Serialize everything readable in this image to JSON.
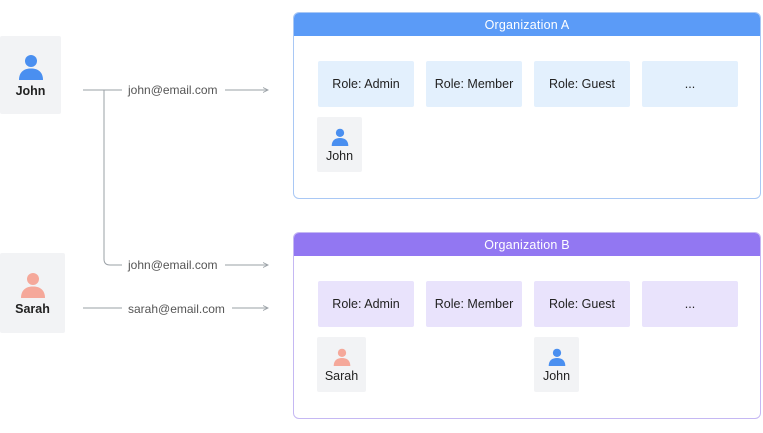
{
  "colors": {
    "john_icon": "#4a8ff0",
    "sarah_icon": "#f5a89a",
    "org_a_header": "#5b9bf7",
    "org_a_border": "#a9c8f5",
    "org_a_role_bg": "#e3f0fd",
    "org_b_header": "#9277f2",
    "org_b_border": "#c5b8f3",
    "org_b_role_bg": "#e9e3fc",
    "card_bg": "#f2f3f5",
    "line": "#9aa0a6"
  },
  "users": {
    "john": {
      "name": "John",
      "icon": "user-icon"
    },
    "sarah": {
      "name": "Sarah",
      "icon": "user-icon"
    }
  },
  "links": {
    "john_to_a": "john@email.com",
    "john_to_b": "john@email.com",
    "sarah_to_b": "sarah@email.com"
  },
  "org_a": {
    "title": "Organization A",
    "roles": [
      "Role: Admin",
      "Role: Member",
      "Role: Guest",
      "..."
    ],
    "members": [
      "John"
    ]
  },
  "org_b": {
    "title": "Organization B",
    "roles": [
      "Role: Admin",
      "Role: Member",
      "Role: Guest",
      "..."
    ],
    "members": [
      "Sarah",
      "John"
    ]
  }
}
